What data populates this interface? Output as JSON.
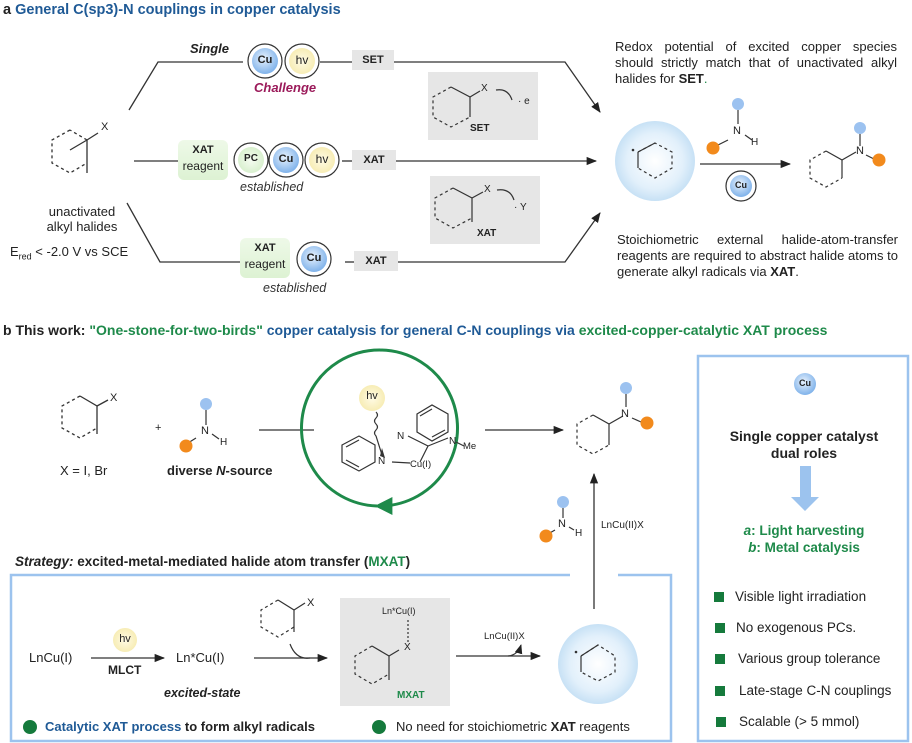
{
  "colors": {
    "header_blue": "#1f5a96",
    "green": "#1e8a4a",
    "challenge": "#9b1a5a",
    "box_blue": "#9cc3ee",
    "gray_box": "#e6e6e6",
    "cu_blue": "#8fbcec",
    "hv_yellow": "#fbf4c8",
    "pc_green": "#e3f4dc",
    "n_blue": "#9cc2f0",
    "n_orange": "#f28a1c",
    "bullet_green": "#157a3c"
  },
  "panel_a": {
    "letter": "a",
    "title": "General C(sp3)-N couplings in copper catalysis",
    "substrate": {
      "x_label": "X",
      "name_line1": "unactivated",
      "name_line2": "alkyl halides",
      "ered_prefix": "E",
      "ered_sub": "red",
      "ered_rest": " < -2.0 V vs SCE"
    },
    "route_single": {
      "label": "Single",
      "cu": "Cu",
      "hv": "hv",
      "note": "Challenge",
      "tag": "SET"
    },
    "route_middle": {
      "reagent_line1": "XAT",
      "reagent_line2": "reagent",
      "pc": "PC",
      "cu": "Cu",
      "hv": "hv",
      "note": "established",
      "tag": "XAT"
    },
    "route_bottom": {
      "reagent_line1": "XAT",
      "reagent_line2": "reagent",
      "cu": "Cu",
      "note": "established",
      "tag": "XAT"
    },
    "set_box": {
      "x": "X",
      "e": "e",
      "caption": "SET"
    },
    "xat_box": {
      "x": "X",
      "y": "Y",
      "caption": "XAT"
    },
    "redox_note": {
      "text": "Redox potential of excited copper species should strictly match that of unactivated alkyl halides for ",
      "bold": "SET",
      "end": "."
    },
    "xat_note": {
      "text": "Stoichiometric external halide-atom-transfer reagents are required to abstract halide atoms to generate alkyl radicals via ",
      "bold": "XAT",
      "end": "."
    },
    "amine": {
      "n": "N",
      "h": "H"
    },
    "arrow_cu": "Cu",
    "product_n": "N"
  },
  "panel_b": {
    "letter": "b",
    "title_prefix": "This work: ",
    "title_quote": "\"One-stone-for-two-birds\"",
    "title_mid": " copper catalysis for general C-N couplings via ",
    "title_end": "excited-copper-catalytic XAT process",
    "substrate_x": "X",
    "x_eq": "X = I, Br",
    "plus": "+",
    "amine": {
      "n": "N",
      "h": "H"
    },
    "n_source_pre": "diverse ",
    "n_source_ital": "N",
    "n_source_post": "-source",
    "catalyst": {
      "hv": "hv",
      "n1": "N",
      "n2": "N",
      "n3": "N",
      "me": "Me",
      "cu": "Cu(I)"
    },
    "product_n": "N",
    "vertical_label": "LnCu(II)X",
    "amine2": {
      "n": "N",
      "h": "H"
    },
    "strategy": {
      "label": "Strategy:",
      "text": " excited-metal-mediated halide atom transfer (",
      "abbr": "MXAT",
      "close": ")"
    },
    "mechanism": {
      "start": "LnCu(I)",
      "hv": "hv",
      "mlct": "MLCT",
      "excited": "Ln*Cu(I)",
      "excited_label": "excited-state",
      "sub_x": "X",
      "complex_cu": "Ln*Cu(I)",
      "complex_x": "X",
      "complex_label": "MXAT",
      "byproduct": "LnCu(II)X"
    },
    "bullets": [
      {
        "blue": "Catalytic XAT process",
        "rest": " to form alkyl radicals"
      },
      {
        "pre": "No need for stoichiometric ",
        "bold": "XAT",
        "rest": " reagents"
      }
    ],
    "side_box": {
      "cu": "Cu",
      "title_line1": "Single copper catalyst",
      "title_line2": "dual roles",
      "role_a_letter": "a",
      "role_a": ": Light harvesting",
      "role_b_letter": "b",
      "role_b": ": Metal catalysis",
      "features": [
        "Visible light irradiation",
        "No exogenous PCs.",
        "Various group tolerance",
        "Late-stage C-N couplings",
        "Scalable (> 5 mmol)"
      ]
    }
  }
}
